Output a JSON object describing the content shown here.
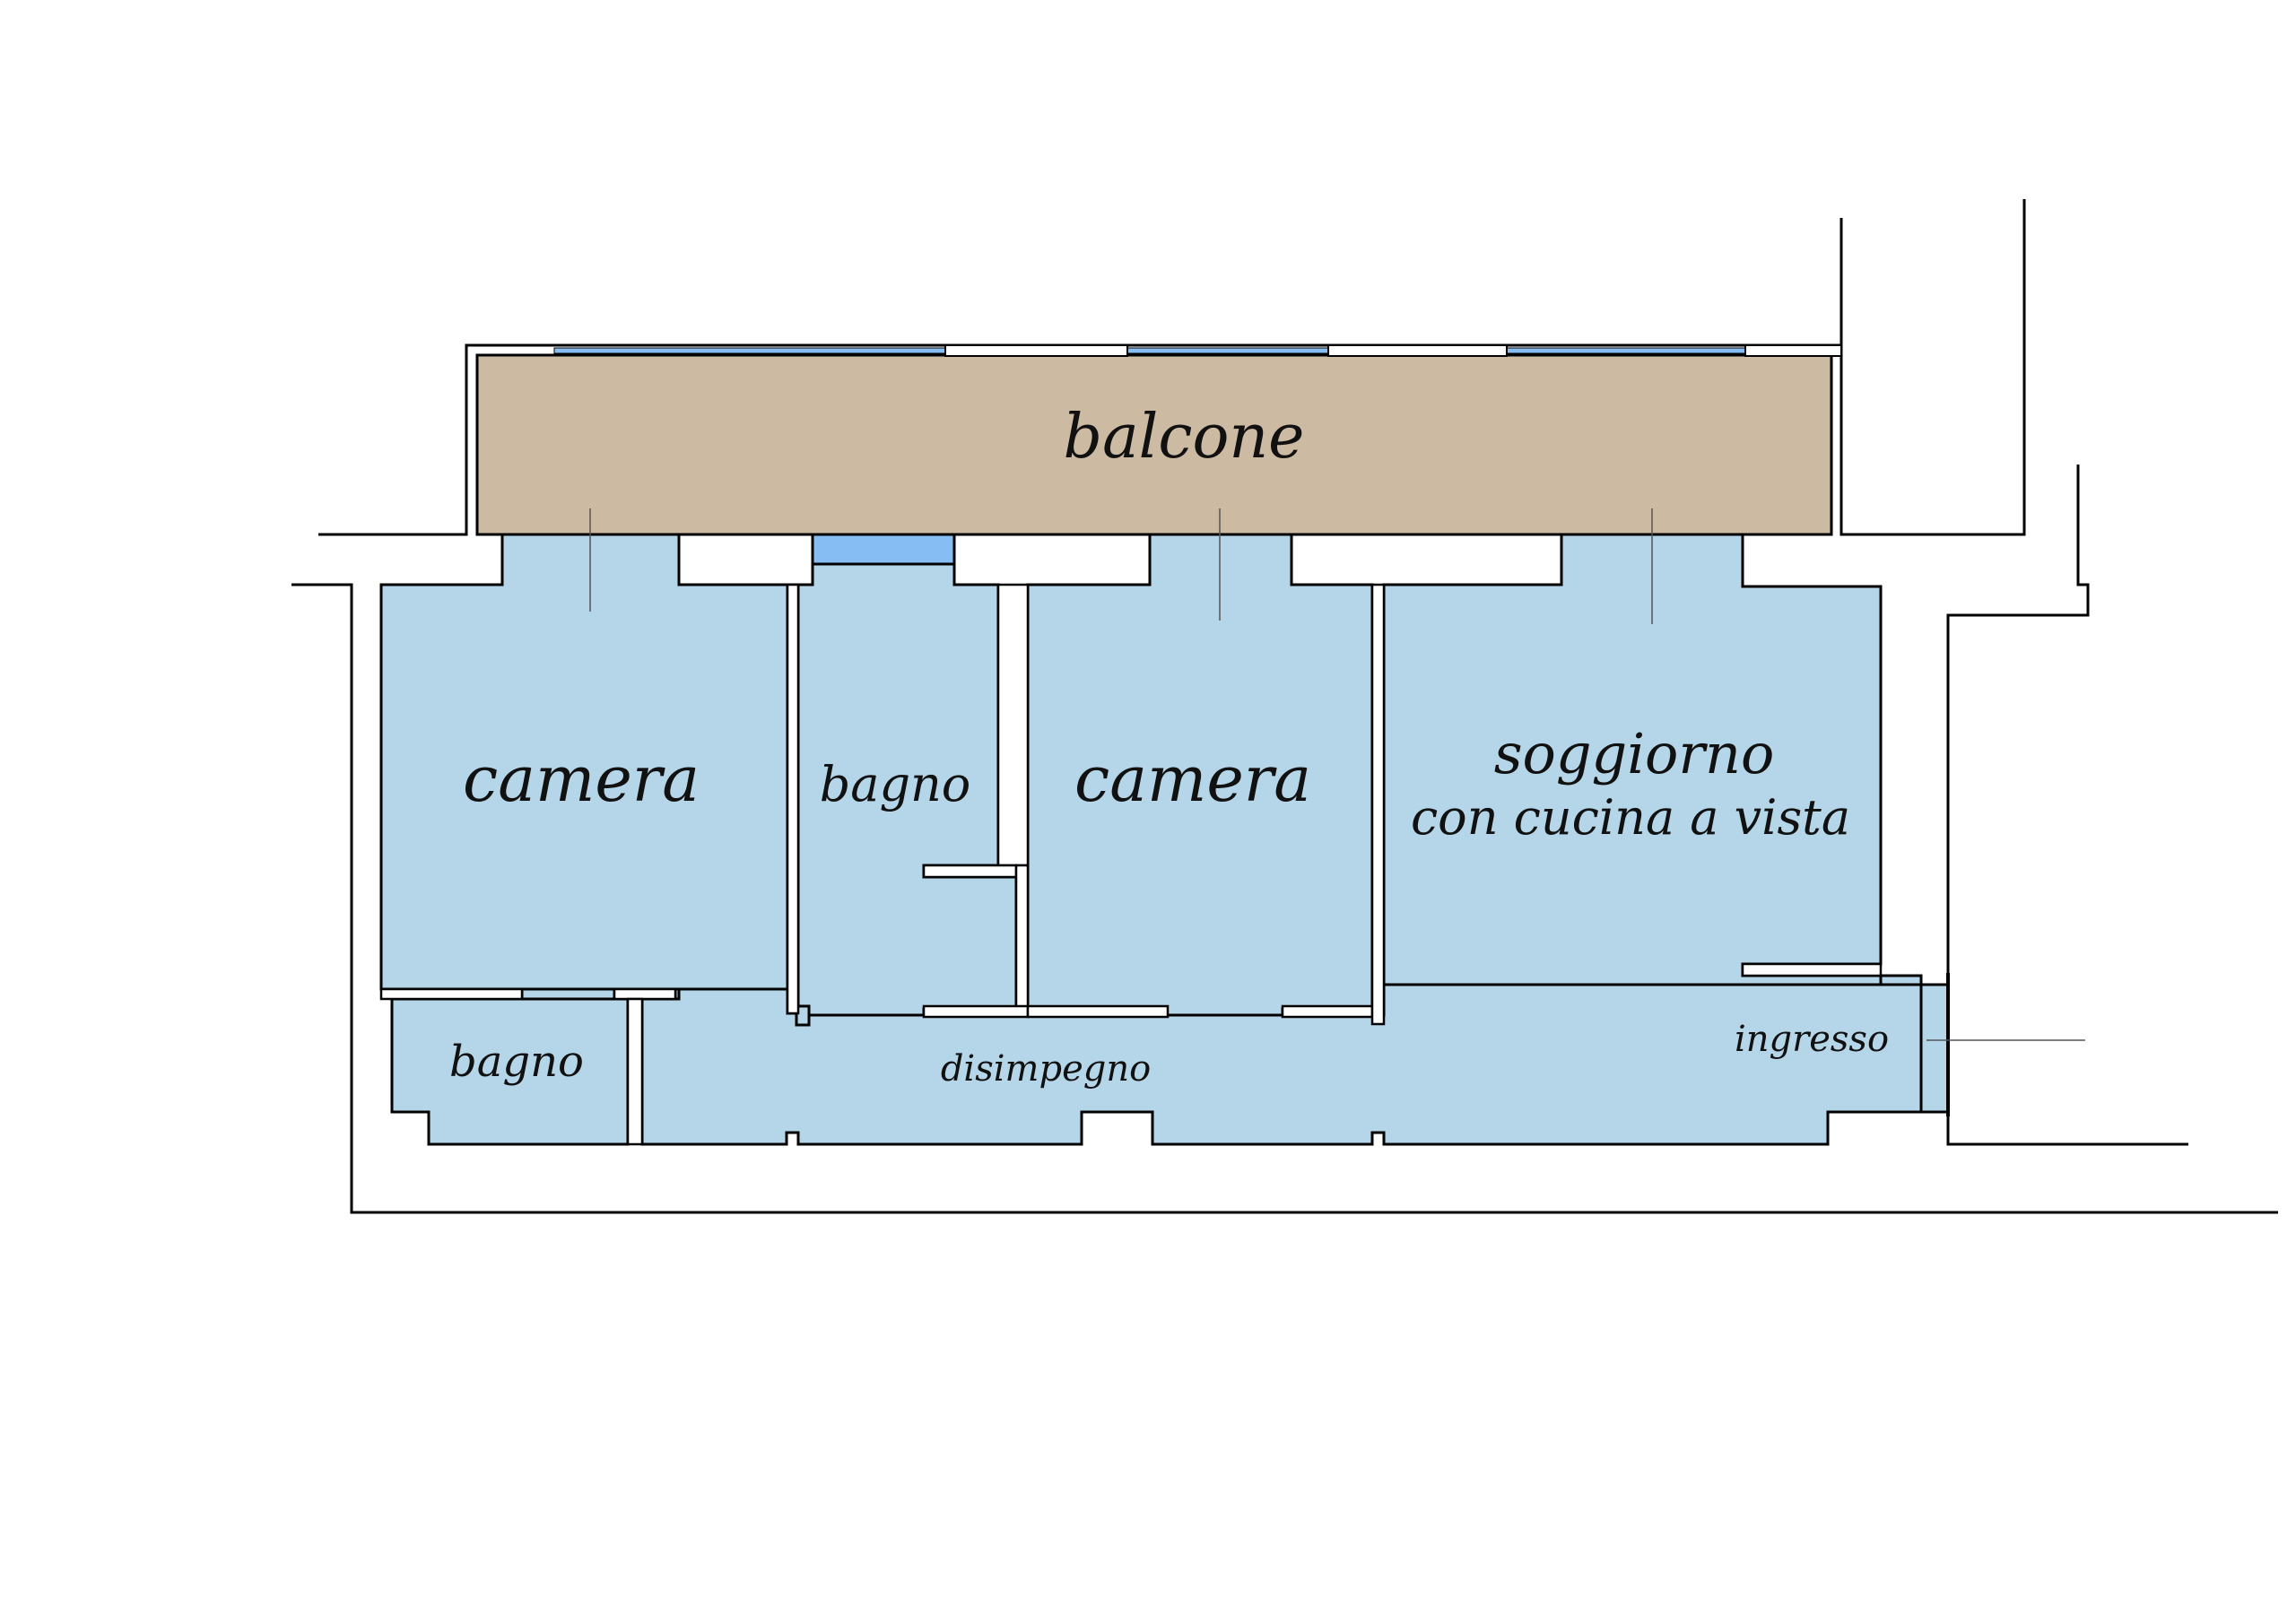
{
  "colors": {
    "room_fill": "#b5d6e8",
    "balcony_fill": "#cdbaa3",
    "small_window_fill": "#86bdf2",
    "wall": "#000000",
    "window_strip": "#86bdf2",
    "label": "#111111"
  },
  "rooms": {
    "balcony": {
      "label": "balcone"
    },
    "bedroom_left": {
      "label": "camera"
    },
    "bathroom_top": {
      "label": "bagno"
    },
    "bedroom_center": {
      "label": "camera"
    },
    "living": {
      "label": "soggiorno",
      "sub_label": "con cucina a vista"
    },
    "bathroom_bottom": {
      "label": "bagno"
    },
    "hallway": {
      "label": "disimpegno"
    },
    "entrance": {
      "label": "ingresso"
    }
  }
}
